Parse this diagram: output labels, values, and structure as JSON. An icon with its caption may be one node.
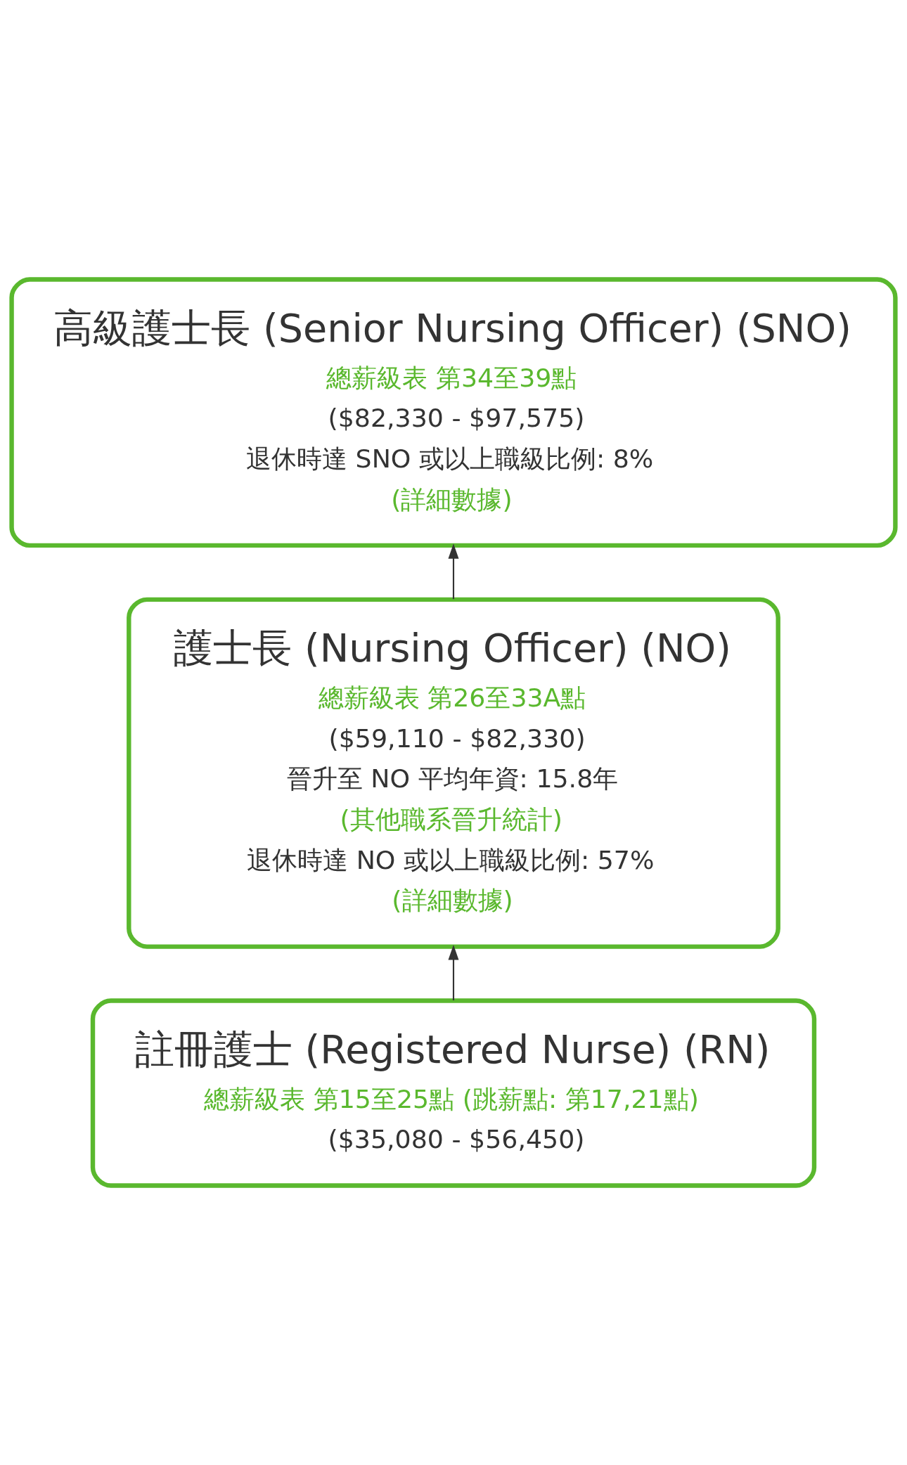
{
  "diagram": {
    "nodes": [
      {
        "text": [
          "高級護士長 (Senior Nursing Officer) (SNO)",
          "總薪級表 第34至39點",
          "($82,330 - $97,575)",
          "退休時達 SNO 或以上職級比例: 8%",
          "(詳細數據)"
        ]
      },
      {
        "text": [
          "護士長 (Nursing Officer) (NO)",
          "總薪級表 第26至33A點",
          "($59,110 - $82,330)",
          "晉升至 NO 平均年資: 15.8年",
          "(其他職系晉升統計)",
          "退休時達 NO 或以上職級比例: 57%",
          "(詳細數據)"
        ]
      },
      {
        "text": [
          "註冊護士 (Registered Nurse) (RN)",
          "總薪級表 第15至25點 (跳薪點: 第17,21點)",
          "($35,080 - $56,450)"
        ]
      }
    ],
    "edges": [
      {
        "from": 1,
        "to": 0,
        "arrow": "to"
      },
      {
        "from": 2,
        "to": 1,
        "arrow": "to"
      }
    ]
  }
}
